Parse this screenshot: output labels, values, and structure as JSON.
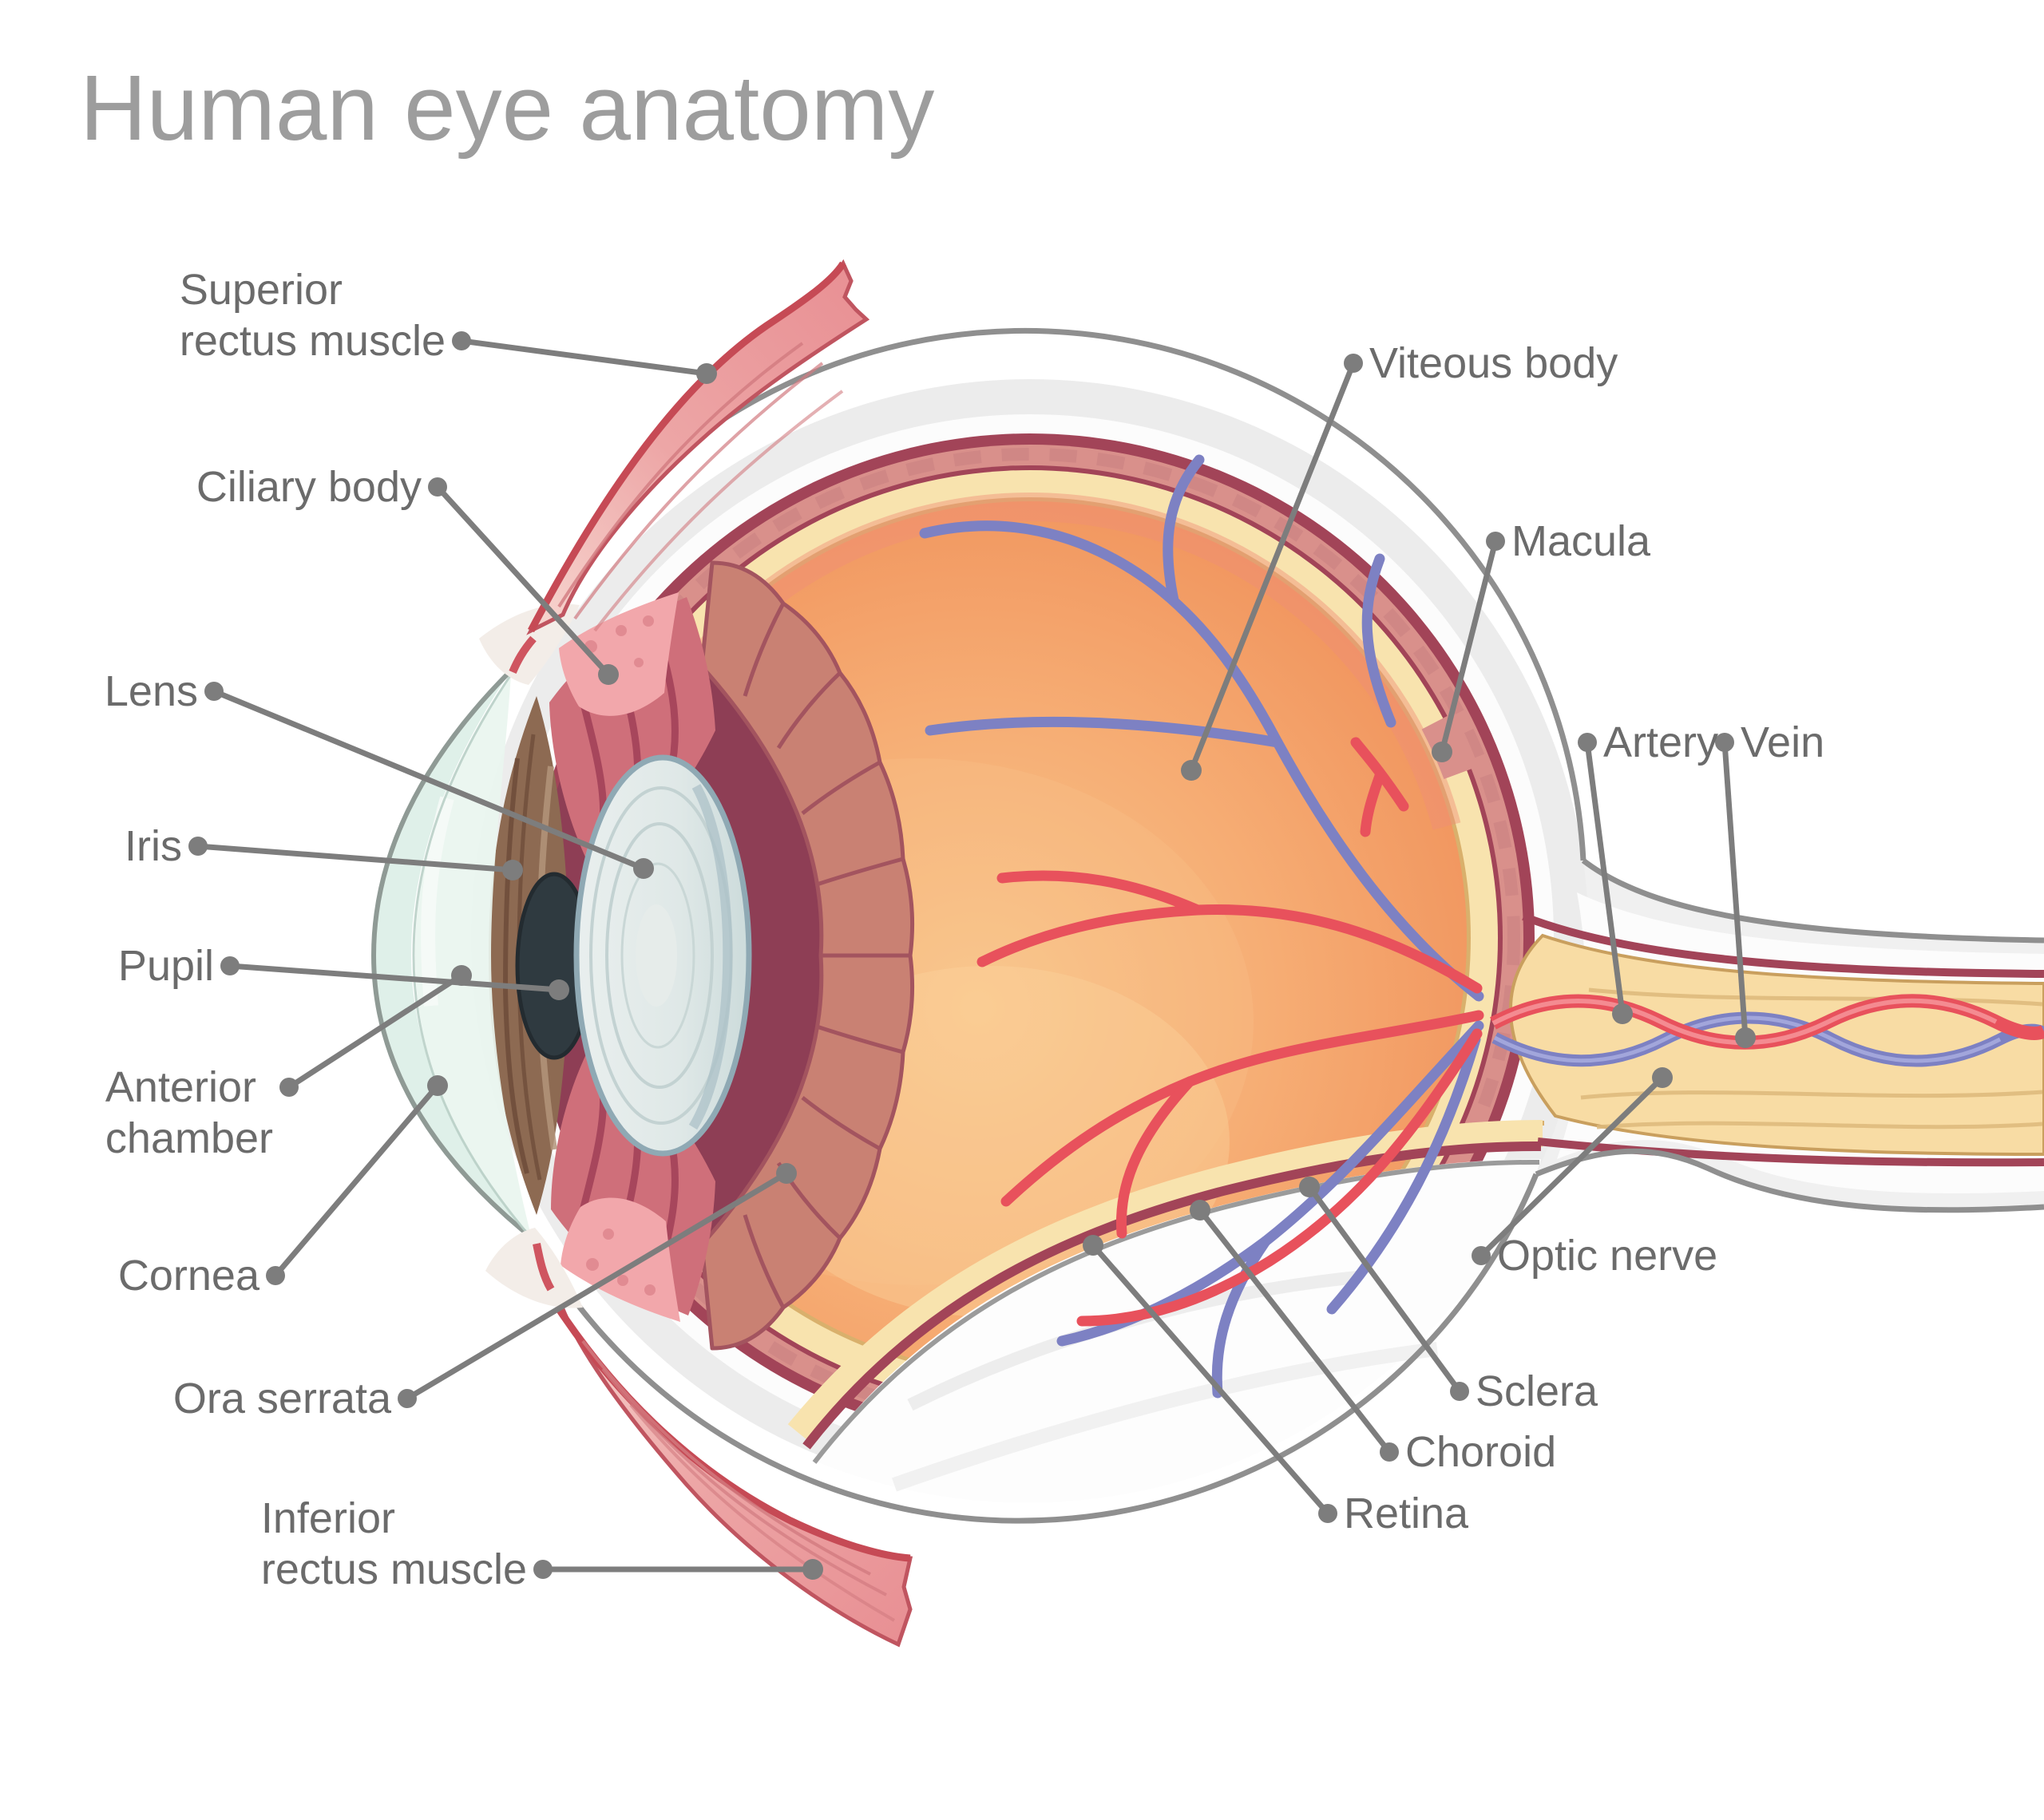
{
  "title": "Human eye anatomy",
  "colors": {
    "title_text": "#9d9d9d",
    "label_text": "#6b6b6b",
    "leader_line": "#7d7d7d",
    "sclera_band": "#ececec",
    "outline_gray": "#8f8f8f",
    "choroid_red": "#a24458",
    "choroid_band": "#d9908b",
    "retina_cream": "#f8e3ae",
    "vitreous_orange": "#f2995f",
    "artery_red": "#e8515c",
    "vein_blue": "#7d81c3",
    "muscle_pink": "#e88f93",
    "lens_blue_gray": "#dfe8e7",
    "iris_brown": "#8d6a52",
    "cornea_teal": "#dff0e9",
    "optic_nerve_core": "#f8dca4"
  },
  "diagram": {
    "labels": [
      {
        "id": "superior-rectus-muscle",
        "lines": [
          "Superior",
          "rectus muscle"
        ],
        "side": "left",
        "dot": [
          578,
          427
        ],
        "target": [
          885,
          468
        ],
        "dotLine": 1
      },
      {
        "id": "ciliary-body",
        "lines": [
          "Ciliary body"
        ],
        "side": "left",
        "dot": [
          548,
          610
        ],
        "target": [
          762,
          845
        ],
        "dotLine": 0
      },
      {
        "id": "lens",
        "lines": [
          "Lens"
        ],
        "side": "left",
        "dot": [
          268,
          866
        ],
        "target": [
          806,
          1088
        ],
        "dotLine": 0
      },
      {
        "id": "iris",
        "lines": [
          "Iris"
        ],
        "side": "left",
        "dot": [
          248,
          1060
        ],
        "target": [
          642,
          1090
        ],
        "dotLine": 0
      },
      {
        "id": "pupil",
        "lines": [
          "Pupil"
        ],
        "side": "left",
        "dot": [
          288,
          1210
        ],
        "target": [
          700,
          1240
        ],
        "dotLine": 0
      },
      {
        "id": "anterior-chamber",
        "lines": [
          "Anterior",
          "chamber"
        ],
        "side": "left",
        "dot": [
          362,
          1362
        ],
        "target": [
          578,
          1222
        ],
        "dotLine": 0
      },
      {
        "id": "cornea",
        "lines": [
          "Cornea"
        ],
        "side": "left",
        "dot": [
          345,
          1598
        ],
        "target": [
          548,
          1360
        ],
        "dotLine": 0
      },
      {
        "id": "ora-serrata",
        "lines": [
          "Ora serrata"
        ],
        "side": "left",
        "dot": [
          510,
          1752
        ],
        "target": [
          985,
          1470
        ],
        "dotLine": 0
      },
      {
        "id": "inferior-rectus-muscle",
        "lines": [
          "Inferior",
          "rectus muscle"
        ],
        "side": "left",
        "dot": [
          680,
          1966
        ],
        "target": [
          1018,
          1966
        ],
        "dotLine": 1
      },
      {
        "id": "viteous-body",
        "lines": [
          "Viteous body"
        ],
        "side": "right",
        "dot": [
          1695,
          455
        ],
        "target": [
          1492,
          965
        ],
        "dotLine": 0
      },
      {
        "id": "macula",
        "lines": [
          "Macula"
        ],
        "side": "right",
        "dot": [
          1873,
          678
        ],
        "target": [
          1806,
          942
        ],
        "dotLine": 0
      },
      {
        "id": "artery",
        "lines": [
          "Artery"
        ],
        "side": "right",
        "dot": [
          1988,
          930
        ],
        "target": [
          2032,
          1270
        ],
        "dotLine": 0
      },
      {
        "id": "vein",
        "lines": [
          "Vein"
        ],
        "side": "right",
        "dot": [
          2160,
          930
        ],
        "target": [
          2186,
          1300
        ],
        "dotLine": 0
      },
      {
        "id": "optic-nerve",
        "lines": [
          "Optic nerve"
        ],
        "side": "right",
        "dot": [
          1855,
          1573
        ],
        "target": [
          2082,
          1350
        ],
        "dotLine": 0
      },
      {
        "id": "sclera",
        "lines": [
          "Sclera"
        ],
        "side": "right",
        "dot": [
          1828,
          1743
        ],
        "target": [
          1640,
          1487
        ],
        "dotLine": 0
      },
      {
        "id": "choroid",
        "lines": [
          "Choroid"
        ],
        "side": "right",
        "dot": [
          1740,
          1819
        ],
        "target": [
          1503,
          1516
        ],
        "dotLine": 0
      },
      {
        "id": "retina",
        "lines": [
          "Retina"
        ],
        "side": "right",
        "dot": [
          1663,
          1896
        ],
        "target": [
          1369,
          1560
        ],
        "dotLine": 0
      }
    ]
  }
}
